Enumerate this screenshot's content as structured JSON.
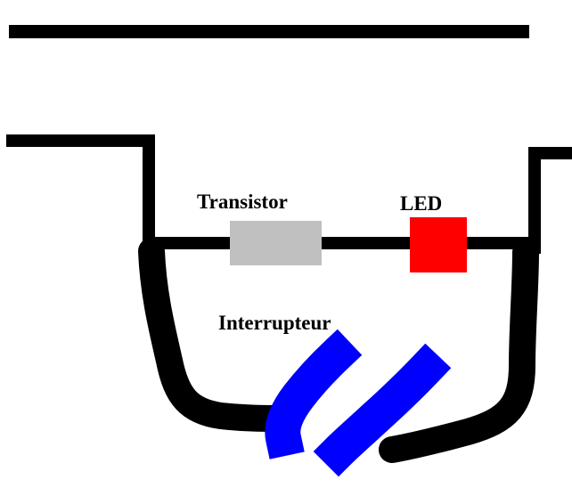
{
  "labels": {
    "transistor": "Transistor",
    "led": "LED",
    "switch": "Interrupteur"
  },
  "colors": {
    "wire": "#000000",
    "transistor": "#c0c0c0",
    "led": "#ff0000",
    "switch": "#0000ff",
    "background": "#ffffff"
  }
}
